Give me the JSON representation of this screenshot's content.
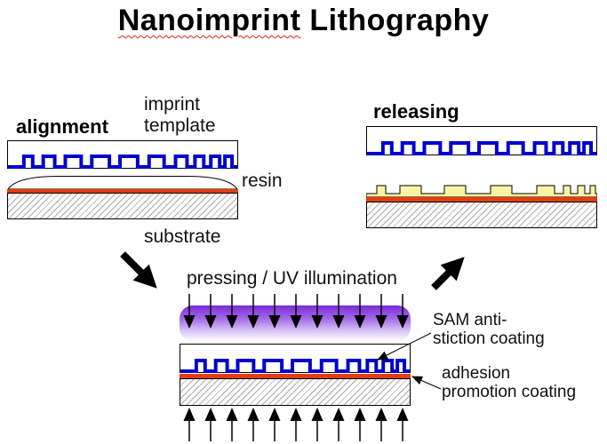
{
  "title": {
    "word1": "Nanoimprint",
    "word2": " Lithography"
  },
  "colors": {
    "pattern-blue": "#0000cd",
    "coating-red": "#e63d0f",
    "resin-yellow": "#fcf5a5",
    "uv-purple": "#7b2ad6",
    "uv-purple-light": "#d4bcf4",
    "hatch-gray": "#aaaaaa",
    "squiggle-red": "#e02020"
  },
  "stages": {
    "alignment": {
      "label": "alignment",
      "template_label": "imprint\ntemplate",
      "resin_label": "resin",
      "substrate_label": "substrate"
    },
    "pressing": {
      "label": "pressing / UV illumination",
      "sam_coating_label": "SAM anti-\nstiction coating",
      "adhesion_coating_label": "adhesion\npromotion coating"
    },
    "releasing": {
      "label": "releasing"
    }
  }
}
